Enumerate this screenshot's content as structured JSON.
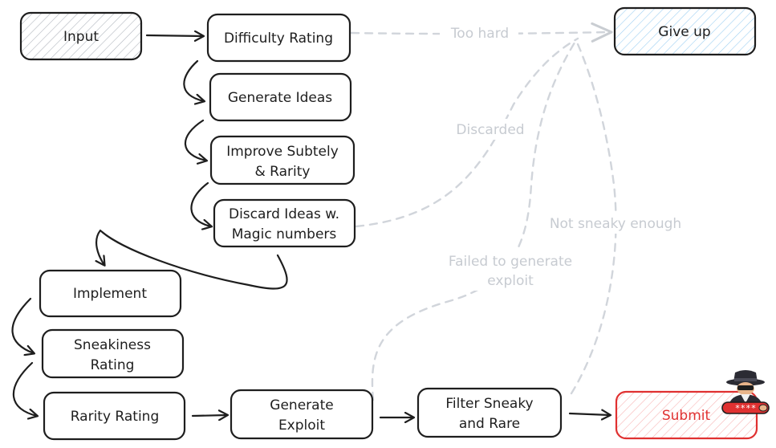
{
  "nodes": {
    "input": "Input",
    "difficulty": "Difficulty Rating",
    "give_up": "Give up",
    "generate_ideas": "Generate Ideas",
    "improve_1": "Improve Subtely",
    "improve_2": "& Rarity",
    "discard_1": "Discard Ideas w.",
    "discard_2": "Magic numbers",
    "implement": "Implement",
    "sneakiness_1": "Sneakiness",
    "sneakiness_2": "Rating",
    "rarity": "Rarity Rating",
    "exploit_1": "Generate",
    "exploit_2": "Exploit",
    "filter_1": "Filter Sneaky",
    "filter_2": "and Rare",
    "submit": "Submit"
  },
  "edge_labels": {
    "too_hard": "Too hard",
    "discarded": "Discarded",
    "not_sneaky": "Not sneaky enough",
    "failed_1": "Failed to generate",
    "failed_2": "exploit"
  },
  "colors": {
    "stroke": "#1e1e1e",
    "input_hatch": "#9aa0a6",
    "give_up_hatch": "#74b7e8",
    "submit_stroke": "#e03131",
    "gray_edge": "#d1d5db"
  },
  "icons": [
    "hacker-icon"
  ]
}
